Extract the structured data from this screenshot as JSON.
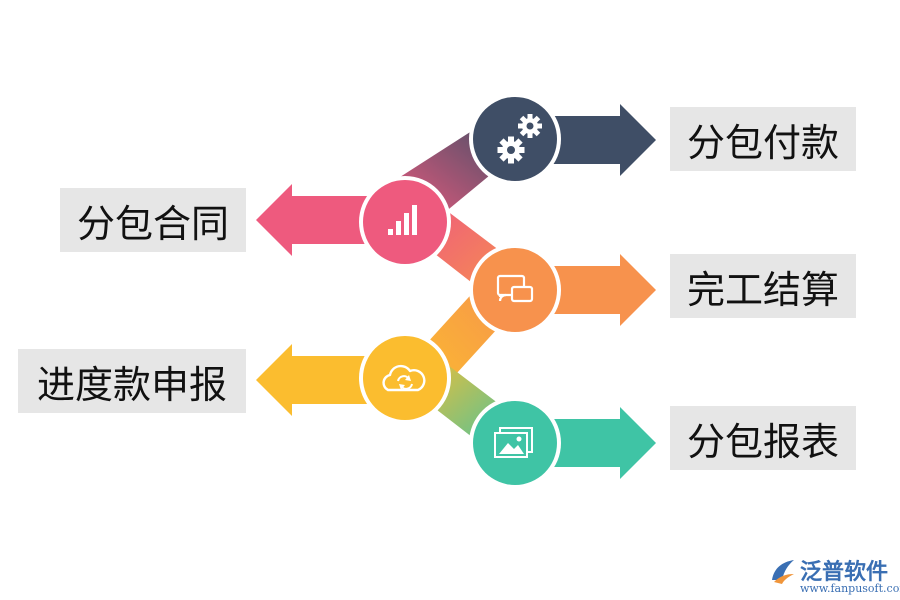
{
  "colors": {
    "contract": "#ee5a7e",
    "payment": "#3f4e66",
    "settlement": "#f7924d",
    "progress": "#fbbd2f",
    "report": "#3fc4a5",
    "label_bg": "#e6e6e6",
    "brand": "#3a6fb3"
  },
  "steps": [
    {
      "label": "分包付款",
      "icon": "gears-icon"
    },
    {
      "label": "分包合同",
      "icon": "bar-chart-icon"
    },
    {
      "label": "完工结算",
      "icon": "screen-cast-icon"
    },
    {
      "label": "进度款申报",
      "icon": "cloud-sync-icon"
    },
    {
      "label": "分包报表",
      "icon": "images-icon"
    }
  ],
  "brand": {
    "name": "泛普软件",
    "url": "www.fanpusoft.com"
  }
}
